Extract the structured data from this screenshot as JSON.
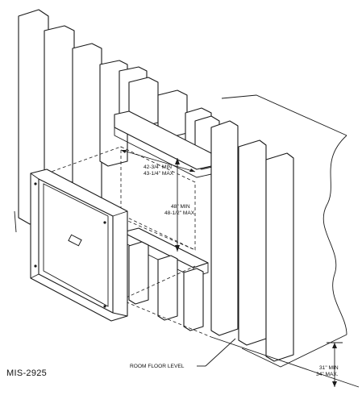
{
  "figure_id": "MIS-2925",
  "labels": {
    "width_min": "42-3/4\" MIN",
    "width_max": "43-1/4\" MAX",
    "height_min": "48\" MIN",
    "height_max": "48-1/2\" MAX",
    "floor_level": "ROOM FLOOR LEVEL",
    "sill_min": "31\" MIN",
    "sill_max": "34\" MAX."
  }
}
